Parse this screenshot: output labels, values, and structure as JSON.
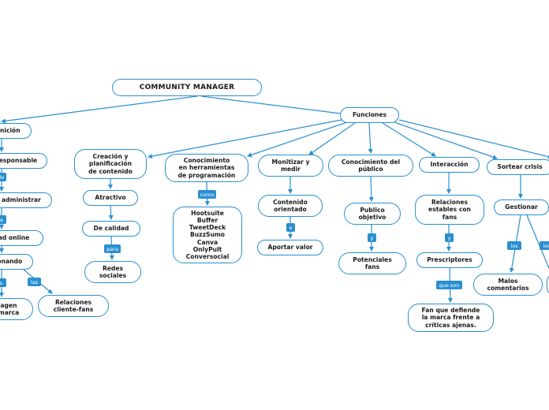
{
  "root": "COMMUNITY MANAGER",
  "nodes": {
    "definicion": "finición",
    "responsable": "Responsable",
    "administrar": "e administrar",
    "identidad": "ad online",
    "gestionando": "ionando",
    "imagen": "agen\nmarca",
    "relaciones_cliente": "Relaciones\ncliente-fans",
    "funciones": "Funciones",
    "creacion": "Creación y\nplanificación\nde contenido",
    "atractivo": "Atractivo",
    "de_calidad": "De calidad",
    "redes_sociales": "Redes\nsociales",
    "conocimiento_herramientas": "Conocimiento\nen herramientas\nde programación",
    "herramientas_lista": "Hootsuite\nBuffer\nTweetDeck\nBuzzSumo\nCanva\nOnlyPult\nConversocial",
    "monitizar": "Monitizar y\nmedir",
    "contenido_orientado": "Contenido\norientado",
    "aportar_valor": "Aportar valor",
    "conocimiento_publico": "Conocimiento del\npúblico",
    "publico_objetivo": "Publico\nobjetivo",
    "potenciales_fans": "Potenciales\nfans",
    "interaccion": "Interacción",
    "relaciones_estables": "Relaciones\nestables con\nfans",
    "prescriptores": "Prescriptores",
    "fan_defiende": "Fan que defiende\nla marca frente a\ncríticas ajenas.",
    "sortear_crisis": "Sortear crisis",
    "gestionar": "Gestionar",
    "malos_comentarios": "Malos\ncomentarios"
  },
  "tags": {
    "de": "de",
    "la": "la",
    "a": "a",
    "las": "las",
    "como": "como",
    "para": "para",
    "e": "e",
    "y1": "y",
    "y2": "y",
    "que_son": "que son",
    "los": "los",
    "las2": "las"
  },
  "colors": {
    "line": "#2a8fd0",
    "tag_bg": "#2a8fd0"
  }
}
